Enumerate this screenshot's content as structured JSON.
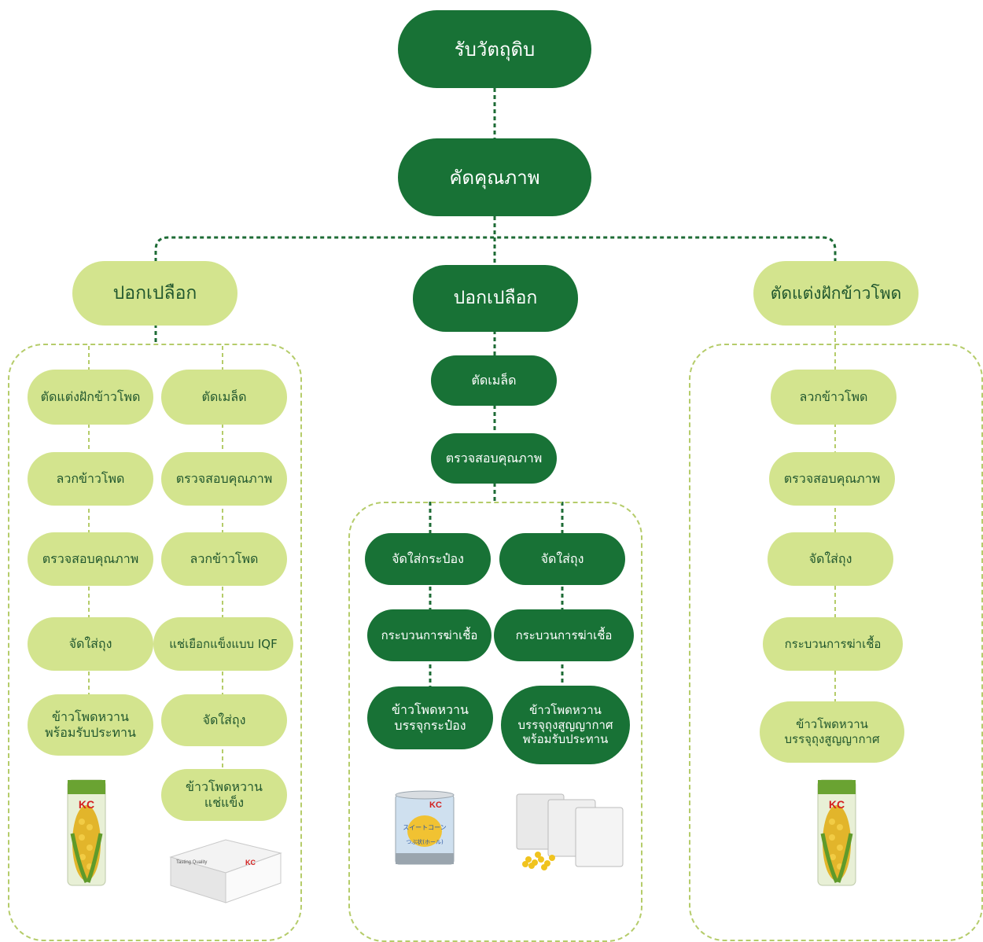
{
  "top": {
    "receive": "รับวัตถุดิบ",
    "sort": "คัดคุณภาพ"
  },
  "left": {
    "header": "ปอกเปลือก",
    "col1": [
      "ตัดแต่งฝักข้าวโพด",
      "ลวกข้าวโพด",
      "ตรวจสอบคุณภาพ",
      "จัดใส่ถุง",
      "ข้าวโพดหวาน\nพร้อมรับประทาน"
    ],
    "col2": [
      "ตัดเมล็ด",
      "ตรวจสอบคุณภาพ",
      "ลวกข้าวโพด",
      "แช่เยือกแข็งแบบ IQF",
      "จัดใส่ถุง",
      "ข้าวโพดหวาน\nแช่แข็ง"
    ],
    "corn_pack_logo": "KC",
    "box_labels": [
      "KC",
      "Tasting Quality"
    ]
  },
  "center": {
    "header": "ปอกเปลือก",
    "chain": [
      "ตัดเมล็ด",
      "ตรวจสอบคุณภาพ"
    ],
    "col1": [
      "จัดใส่กระป๋อง",
      "กระบวนการฆ่าเชื้อ",
      "ข้าวโพดหวาน\nบรรจุกระป๋อง"
    ],
    "col2": [
      "จัดใส่ถุง",
      "กระบวนการฆ่าเชื้อ",
      "ข้าวโพดหวาน\nบรรจุถุงสูญญากาศ\nพร้อมรับประทาน"
    ],
    "can_labels": [
      "KC",
      "スイートコーン",
      "つぶ状(ホール)"
    ]
  },
  "right": {
    "header": "ตัดแต่งฝักข้าวโพด",
    "chain": [
      "ลวกข้าวโพด",
      "ตรวจสอบคุณภาพ",
      "จัดใส่ถุง",
      "กระบวนการฆ่าเชื้อ",
      "ข้าวโพดหวาน\nบรรจุถุงสูญญากาศ"
    ],
    "corn_pack_logo": "KC"
  }
}
